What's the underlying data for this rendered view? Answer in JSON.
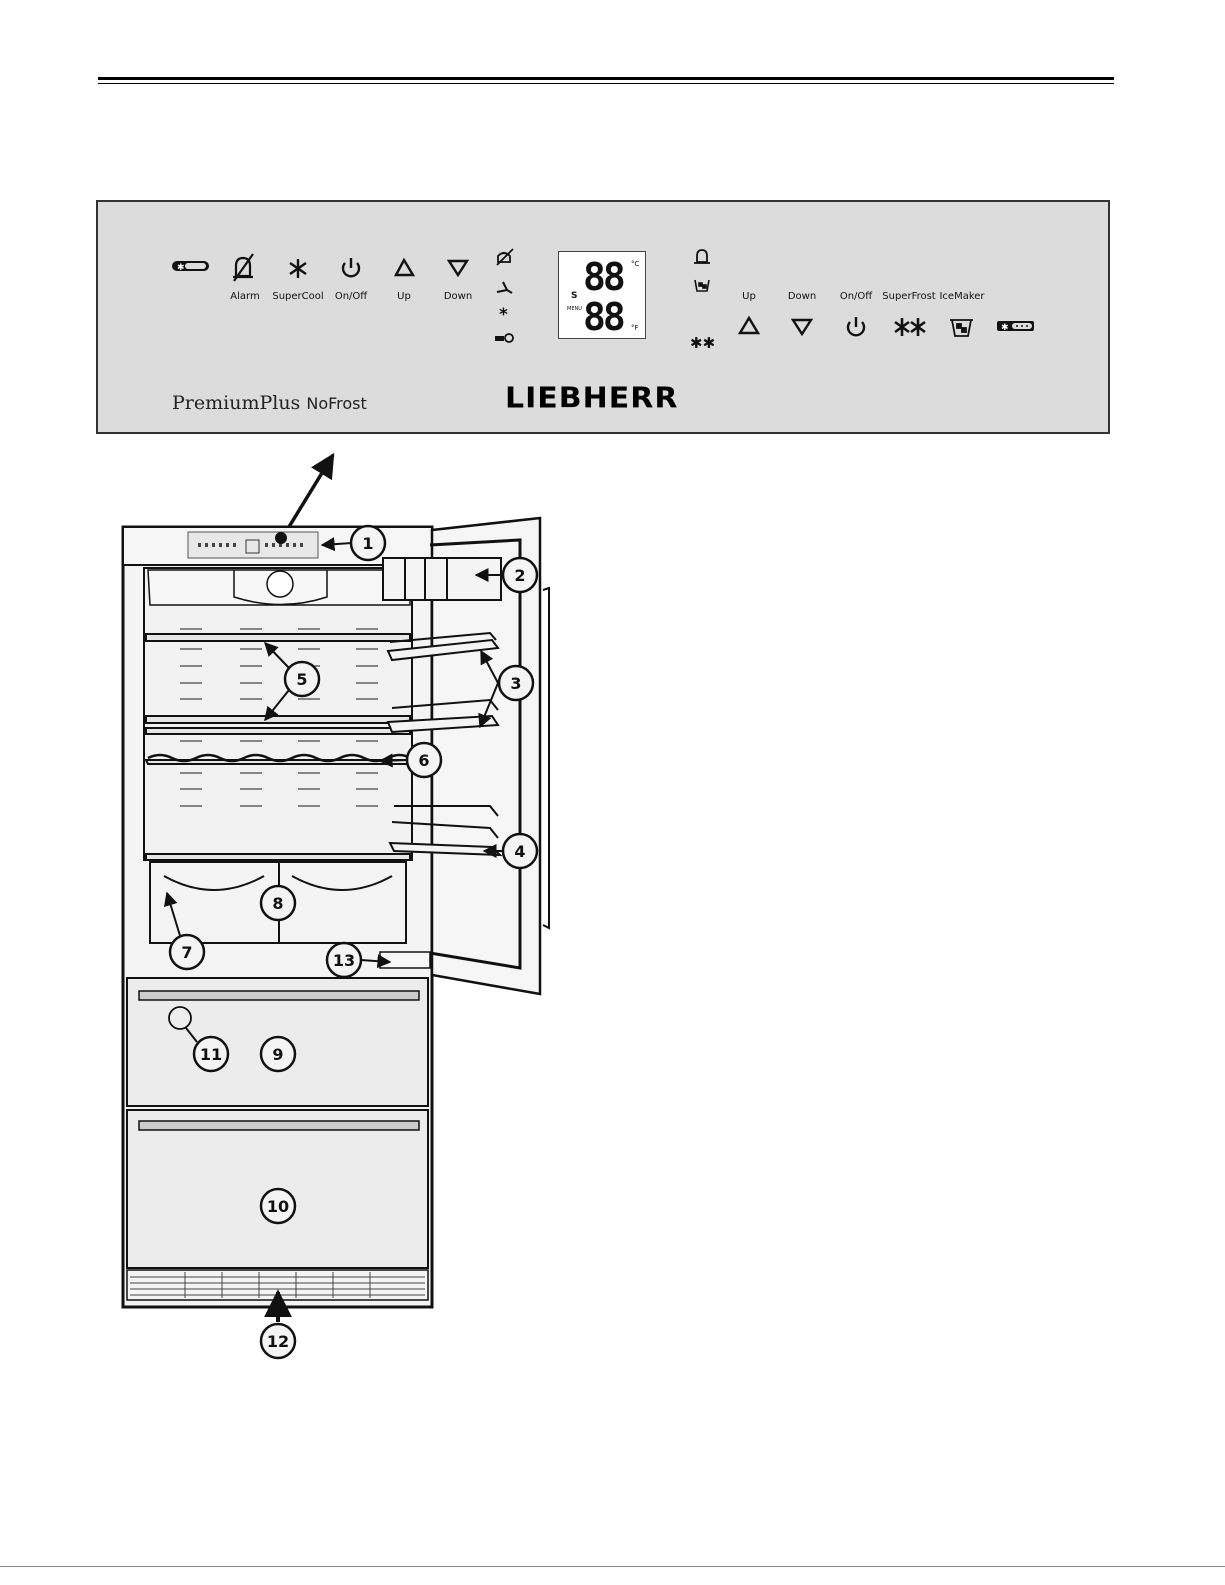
{
  "control_panel": {
    "left_labels": [
      "Alarm",
      "SuperCool",
      "On/Off",
      "Up",
      "Down"
    ],
    "right_labels": [
      "Up",
      "Down",
      "On/Off",
      "SuperFrost",
      "IceMaker"
    ],
    "display": {
      "upper_digits": "88",
      "lower_digits": "88",
      "unit_c": "°C",
      "unit_f": "°F",
      "s_mark": "S",
      "menu_mark": "MENU"
    },
    "brand_name": "PremiumPlus",
    "brand_suffix": "NoFrost",
    "logo": "LIEBHERR",
    "icons": [
      "display-toggle-icon",
      "alarm-mute-icon",
      "supercool-icon",
      "power-icon",
      "up-triangle-icon",
      "down-triangle-icon",
      "alarm-off-icon",
      "ventilation-icon",
      "snowflake-icon",
      "key-lock-icon",
      "bell-icon",
      "icemaker-icon",
      "superfrost-icon"
    ]
  },
  "callouts": [
    "1",
    "2",
    "3",
    "4",
    "5",
    "6",
    "7",
    "8",
    "9",
    "10",
    "11",
    "12",
    "13"
  ],
  "colors": {
    "panel_bg": "#dcdcdc",
    "line": "#111111",
    "interior": "#f2f2f2"
  }
}
